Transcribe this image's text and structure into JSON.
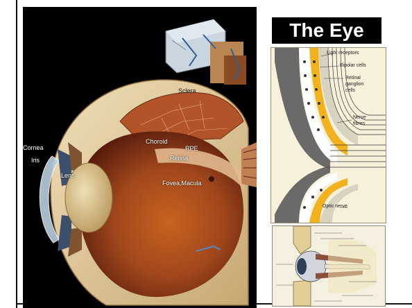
{
  "title": "The Eye",
  "eye_labels": {
    "sclera": "Sclera",
    "choroid": "Choroid",
    "rpe": "RPE",
    "retina": "Retina",
    "fovea": "Fovea,Macula",
    "cornea": "Cornea",
    "iris": "Iris",
    "lens": "Lens"
  },
  "retina_labels": {
    "light_receptors": "Light receptors",
    "bipolar": "Bipolar cells",
    "ganglion_1": "Retinal",
    "ganglion_2": "ganglion",
    "ganglion_3": "cells",
    "nerve_1": "Nerve",
    "nerve_2": "fibres",
    "optic": "Optic nerve"
  },
  "colors": {
    "slide_bg": "#ffffff",
    "title_bg": "#000000",
    "title_text": "#ffffff",
    "panel_bg": "#000000",
    "eye_interior": "#a0471c",
    "lens": "#d8c08a",
    "retina_bg": "#f7f1dc"
  }
}
